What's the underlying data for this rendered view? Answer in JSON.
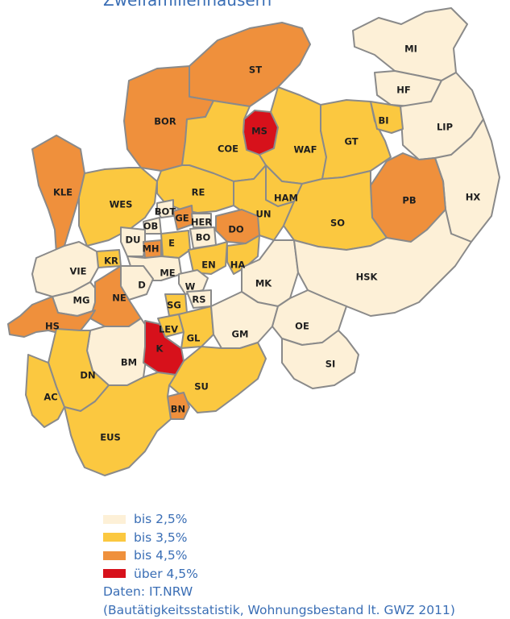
{
  "title": "Zweifamilienhäusern",
  "colors": {
    "c1": "#fdf0d7",
    "c2": "#fbc840",
    "c3": "#ef903c",
    "c4": "#d7111b"
  },
  "legend": [
    {
      "label": "bis 2,5%",
      "color": "#fdf0d7"
    },
    {
      "label": "bis 3,5%",
      "color": "#fbc840"
    },
    {
      "label": "bis 4,5%",
      "color": "#ef903c"
    },
    {
      "label": "über 4,5%",
      "color": "#d7111b"
    }
  ],
  "source": "Daten: IT.NRW",
  "source_detail": "(Bautätigkeitsstatistik, Wohnungsbestand lt. GWZ 2011)",
  "regions": [
    {
      "code": "MI",
      "class": "bis 2,5%"
    },
    {
      "code": "HF",
      "class": "bis 2,5%"
    },
    {
      "code": "LIP",
      "class": "bis 2,5%"
    },
    {
      "code": "HX",
      "class": "bis 2,5%"
    },
    {
      "code": "PB",
      "class": "bis 4,5%"
    },
    {
      "code": "ST",
      "class": "bis 4,5%"
    },
    {
      "code": "BOR",
      "class": "bis 4,5%"
    },
    {
      "code": "MS",
      "class": "über 4,5%"
    },
    {
      "code": "COE",
      "class": "bis 3,5%"
    },
    {
      "code": "WAF",
      "class": "bis 3,5%"
    },
    {
      "code": "GT",
      "class": "bis 3,5%"
    },
    {
      "code": "BI",
      "class": "bis 3,5%"
    },
    {
      "code": "KLE",
      "class": "bis 4,5%"
    },
    {
      "code": "WES",
      "class": "bis 3,5%"
    },
    {
      "code": "RE",
      "class": "bis 3,5%"
    },
    {
      "code": "HAM",
      "class": "bis 3,5%"
    },
    {
      "code": "UN",
      "class": "bis 3,5%"
    },
    {
      "code": "SO",
      "class": "bis 3,5%"
    },
    {
      "code": "BOT",
      "class": "bis 2,5%"
    },
    {
      "code": "GE",
      "class": "bis 4,5%"
    },
    {
      "code": "HER",
      "class": "bis 2,5%"
    },
    {
      "code": "OB",
      "class": "bis 2,5%"
    },
    {
      "code": "BO",
      "class": "bis 2,5%"
    },
    {
      "code": "DO",
      "class": "bis 4,5%"
    },
    {
      "code": "DU",
      "class": "bis 2,5%"
    },
    {
      "code": "MH",
      "class": "bis 4,5%"
    },
    {
      "code": "E",
      "class": "bis 3,5%"
    },
    {
      "code": "KR",
      "class": "bis 3,5%"
    },
    {
      "code": "EN",
      "class": "bis 3,5%"
    },
    {
      "code": "HA",
      "class": "bis 3,5%"
    },
    {
      "code": "ME",
      "class": "bis 2,5%"
    },
    {
      "code": "VIE",
      "class": "bis 2,5%"
    },
    {
      "code": "D",
      "class": "bis 2,5%"
    },
    {
      "code": "W",
      "class": "bis 2,5%"
    },
    {
      "code": "MG",
      "class": "bis 2,5%"
    },
    {
      "code": "NE",
      "class": "bis 4,5%"
    },
    {
      "code": "SG",
      "class": "bis 3,5%"
    },
    {
      "code": "RS",
      "class": "bis 2,5%"
    },
    {
      "code": "MK",
      "class": "bis 2,5%"
    },
    {
      "code": "HSK",
      "class": "bis 2,5%"
    },
    {
      "code": "HS",
      "class": "bis 4,5%"
    },
    {
      "code": "LEV",
      "class": "bis 3,5%"
    },
    {
      "code": "GL",
      "class": "bis 3,5%"
    },
    {
      "code": "GM",
      "class": "bis 2,5%"
    },
    {
      "code": "OE",
      "class": "bis 2,5%"
    },
    {
      "code": "BM",
      "class": "bis 2,5%"
    },
    {
      "code": "K",
      "class": "über 4,5%"
    },
    {
      "code": "SI",
      "class": "bis 2,5%"
    },
    {
      "code": "DN",
      "class": "bis 3,5%"
    },
    {
      "code": "SU",
      "class": "bis 3,5%"
    },
    {
      "code": "AC",
      "class": "bis 3,5%"
    },
    {
      "code": "BN",
      "class": "bis 4,5%"
    },
    {
      "code": "EUS",
      "class": "bis 3,5%"
    }
  ]
}
